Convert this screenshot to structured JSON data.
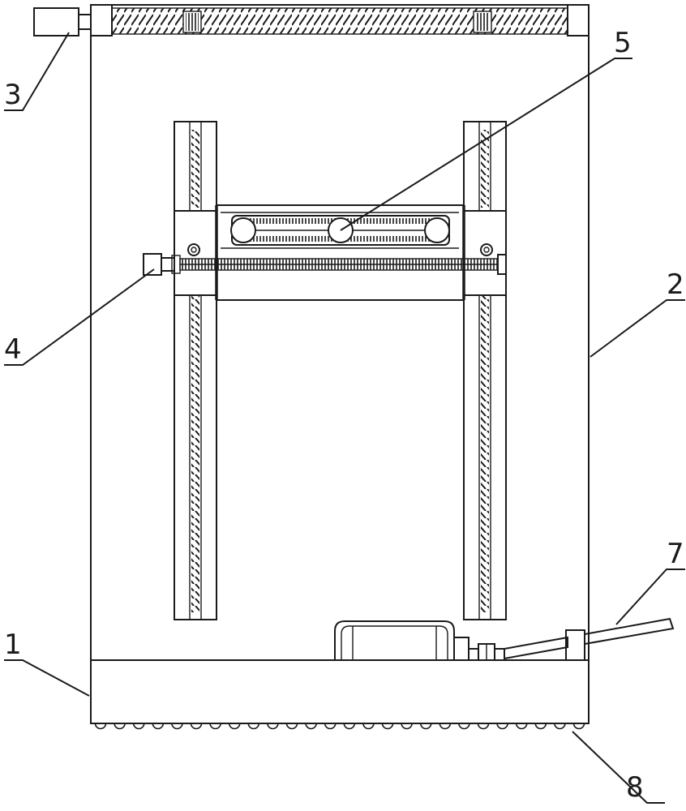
{
  "labels": {
    "frame_body": "1",
    "housing": "2",
    "top_motor": "3",
    "side_motor": "4",
    "roller_assembly": "5",
    "handle": "7",
    "bottom_rollers": "8"
  },
  "colors": {
    "line": "#1a1a1a",
    "background": "#ffffff"
  }
}
